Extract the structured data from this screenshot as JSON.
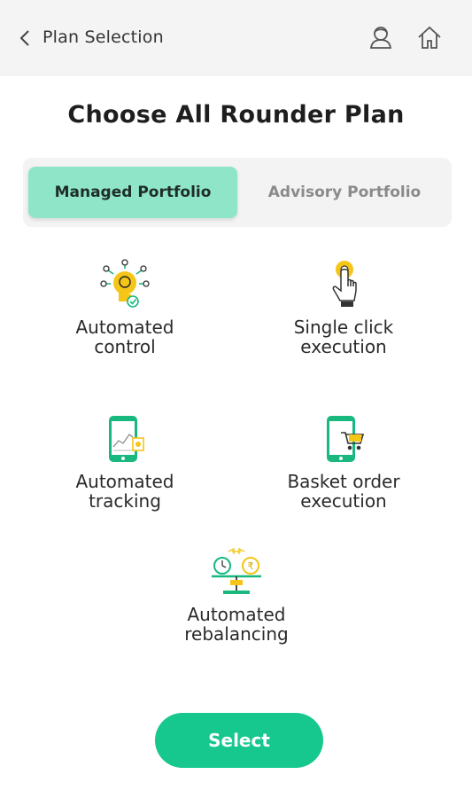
{
  "header": {
    "title": "Plan Selection",
    "back_icon": "chevron-left-icon",
    "profile_icon": "user-icon",
    "home_icon": "home-icon"
  },
  "page": {
    "title": "Choose All Rounder Plan"
  },
  "tabs": [
    {
      "label": "Managed Portfolio",
      "active": true
    },
    {
      "label": "Advisory Portfolio",
      "active": false
    }
  ],
  "features": [
    {
      "line1": "Automated",
      "line2": "control",
      "icon": "lightbulb-head-icon"
    },
    {
      "line1": "Single click",
      "line2": "execution",
      "icon": "finger-tap-icon"
    },
    {
      "line1": "Automated",
      "line2": "tracking",
      "icon": "phone-chart-icon"
    },
    {
      "line1": "Basket order",
      "line2": "execution",
      "icon": "phone-cart-icon"
    },
    {
      "line1": "Automated",
      "line2": "rebalancing",
      "icon": "balance-scale-icon"
    }
  ],
  "actions": {
    "select_label": "Select"
  },
  "colors": {
    "accent": "#16c78e",
    "tab_active": "#8fe5c8",
    "header_bg": "#f4f4f4",
    "icon_yellow": "#f5c518",
    "icon_green": "#18b87f"
  }
}
